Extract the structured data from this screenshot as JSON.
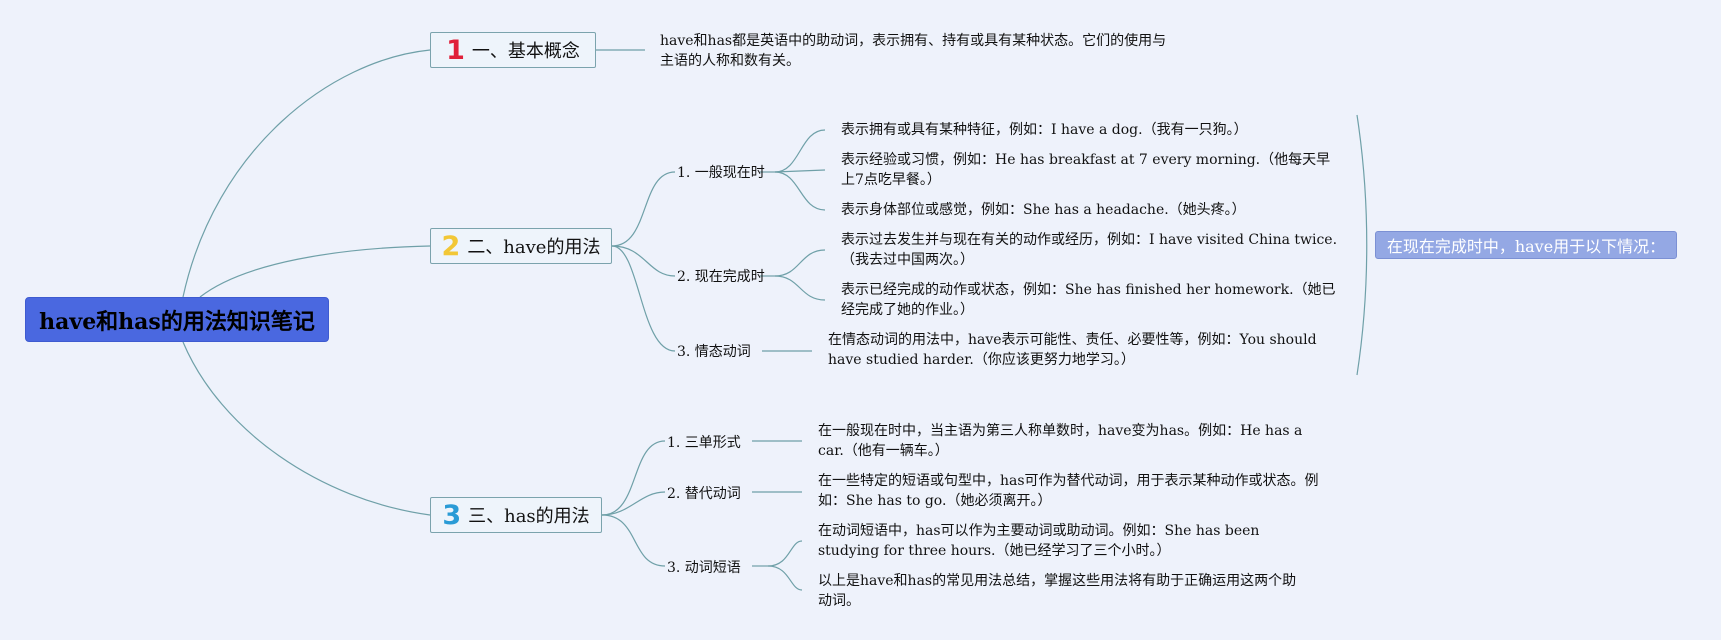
{
  "root": {
    "title": "have和has的用法知识笔记"
  },
  "colors": {
    "root_bg": "#4a68e0",
    "line": "#6fa0a8",
    "num1": "#e0203a",
    "num2": "#f2c736",
    "num3": "#2a9bd6",
    "callout_bg": "#94a8e4"
  },
  "branches": [
    {
      "num": "1",
      "icon": "number-one-icon",
      "label": "一、基本概念",
      "leaf": "have和has都是英语中的助动词，表示拥有、持有或具有某种状态。它们的使用与主语的人称和数有关。"
    },
    {
      "num": "2",
      "icon": "number-two-icon",
      "label": "二、have的用法",
      "subs": [
        {
          "label": "1. 一般现在时",
          "leaves": [
            "表示拥有或具有某种特征，例如：I have a dog.（我有一只狗。）",
            "表示经验或习惯，例如：He has breakfast at 7 every morning.（他每天早上7点吃早餐。）",
            "表示身体部位或感觉，例如：She has a headache.（她头疼。）"
          ]
        },
        {
          "label": "2. 现在完成时",
          "leaves": [
            "表示过去发生并与现在有关的动作或经历，例如：I have visited China twice.（我去过中国两次。）",
            "表示已经完成的动作或状态，例如：She has finished her homework.（她已经完成了她的作业。）"
          ]
        },
        {
          "label": "3. 情态动词",
          "leaves": [
            "在情态动词的用法中，have表示可能性、责任、必要性等，例如：You should have studied harder.（你应该更努力地学习。）"
          ]
        }
      ]
    },
    {
      "num": "3",
      "icon": "number-three-icon",
      "label": "三、has的用法",
      "subs": [
        {
          "label": "1. 三单形式",
          "leaves": [
            "在一般现在时中，当主语为第三人称单数时，have变为has。例如：He has a car.（他有一辆车。）"
          ]
        },
        {
          "label": "2. 替代动词",
          "leaves": [
            "在一些特定的短语或句型中，has可作为替代动词，用于表示某种动作或状态。例如：She has to go.（她必须离开。）"
          ]
        },
        {
          "label": "3. 动词短语",
          "leaves": [
            "在动词短语中，has可以作为主要动词或助动词。例如：She has been studying for three hours.（她已经学习了三个小时。）",
            "以上是have和has的常见用法总结，掌握这些用法将有助于正确运用这两个助动词。"
          ]
        }
      ]
    }
  ],
  "summary": {
    "label": "在现在完成时中，have用于以下情况："
  }
}
